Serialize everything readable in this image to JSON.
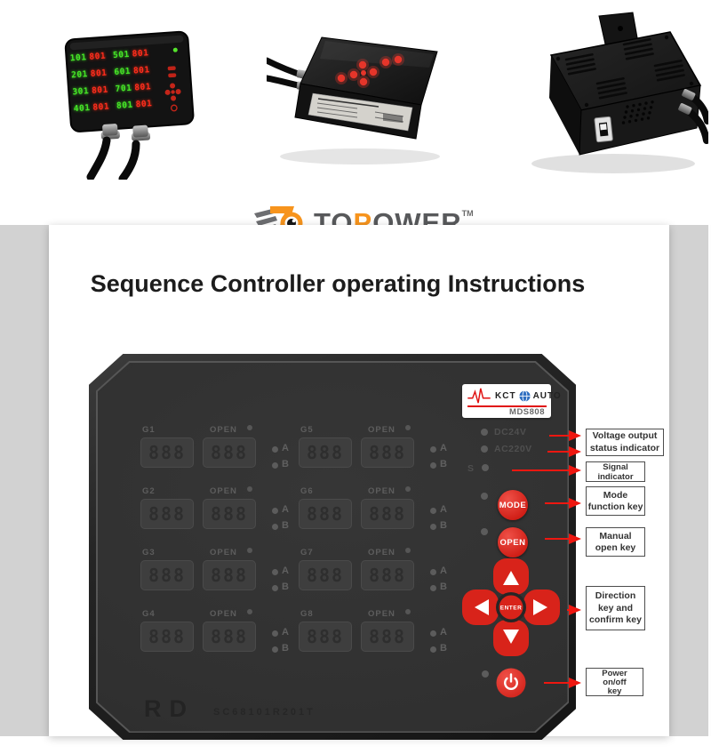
{
  "brand": {
    "prefix": "TO",
    "highlight": "P",
    "suffix": "OWER",
    "tm": "TM",
    "orange": "#f7941d",
    "gray": "#58595b"
  },
  "title": "Sequence Controller operating Instructions",
  "products": {
    "front_led_rows": [
      [
        "101",
        "801",
        "501",
        "801"
      ],
      [
        "201",
        "801",
        "601",
        "801"
      ],
      [
        "301",
        "801",
        "701",
        "801"
      ],
      [
        "401",
        "801",
        "801",
        "801"
      ]
    ],
    "led_green": "#46e627",
    "led_red": "#ff2d1d"
  },
  "panel": {
    "logo": {
      "kct": "KCT",
      "auto": "AUTO",
      "model": "MDS808"
    },
    "group_labels": [
      "G1",
      "G2",
      "G3",
      "G4",
      "G5",
      "G6",
      "G7",
      "G8"
    ],
    "open_label": "OPEN",
    "a_label": "A",
    "b_label": "B",
    "display_digits": "888",
    "indicators": {
      "dc": "DC24V",
      "ac": "AC220V",
      "s": "S"
    },
    "buttons": {
      "mode": "MODE",
      "open": "OPEN",
      "enter": "ENTER"
    },
    "footer": {
      "rd": "RD",
      "code": "SC68101R201T"
    },
    "accent_red": "#d8231a"
  },
  "callouts": [
    {
      "lines": [
        "Voltage output",
        "status indicator"
      ]
    },
    {
      "lines": [
        "Signal",
        "indicator"
      ]
    },
    {
      "lines": [
        "Mode",
        "function key"
      ]
    },
    {
      "lines": [
        "Manual",
        "open key"
      ]
    },
    {
      "lines": [
        "Direction",
        "key and",
        "confirm key"
      ]
    },
    {
      "lines": [
        "Power",
        "on/off",
        "key"
      ]
    }
  ]
}
